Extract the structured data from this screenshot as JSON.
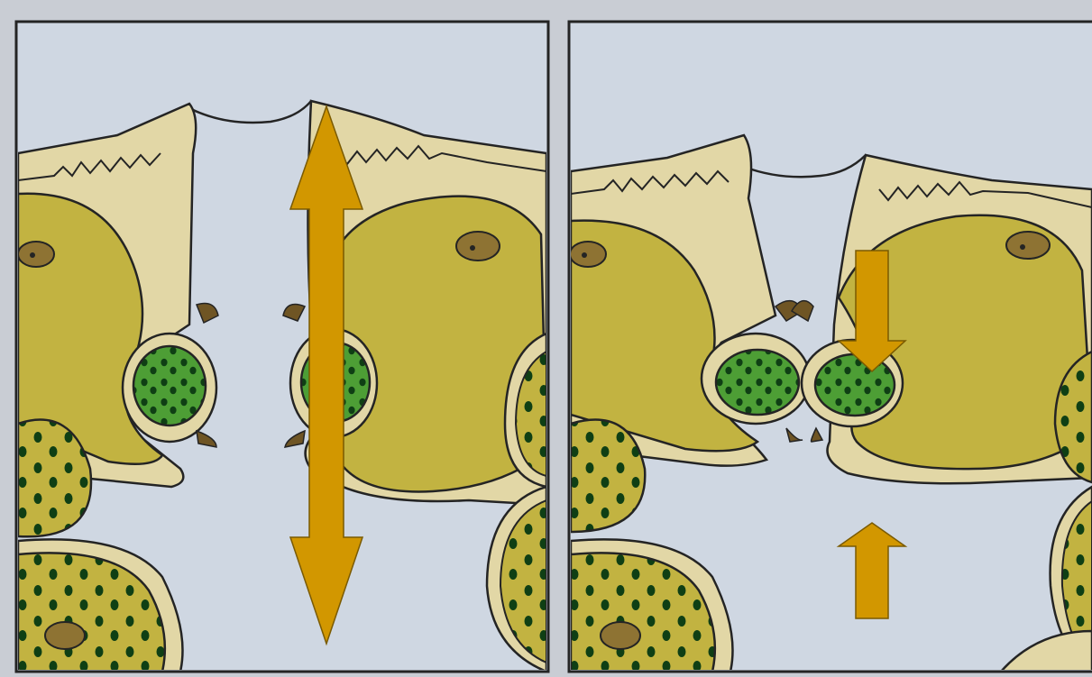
{
  "diagram": {
    "panels": [
      {
        "id": "left",
        "state": "open"
      },
      {
        "id": "right",
        "state": "closed"
      }
    ],
    "colors": {
      "background": "#c9cdd4",
      "water": "#cfd7e2",
      "cell_wall": "#e2d7a6",
      "cytoplasm": "#c2b341",
      "chloroplast_fill": "#4d9e35",
      "chloroplast_dot": "#0f3f14",
      "nucleus": "#8e7333",
      "lip": "#6f5524",
      "arrow": "#d29700",
      "outline": "#242424"
    },
    "icons": [
      "double-arrow-icon",
      "down-arrow-icon",
      "up-arrow-icon"
    ]
  }
}
